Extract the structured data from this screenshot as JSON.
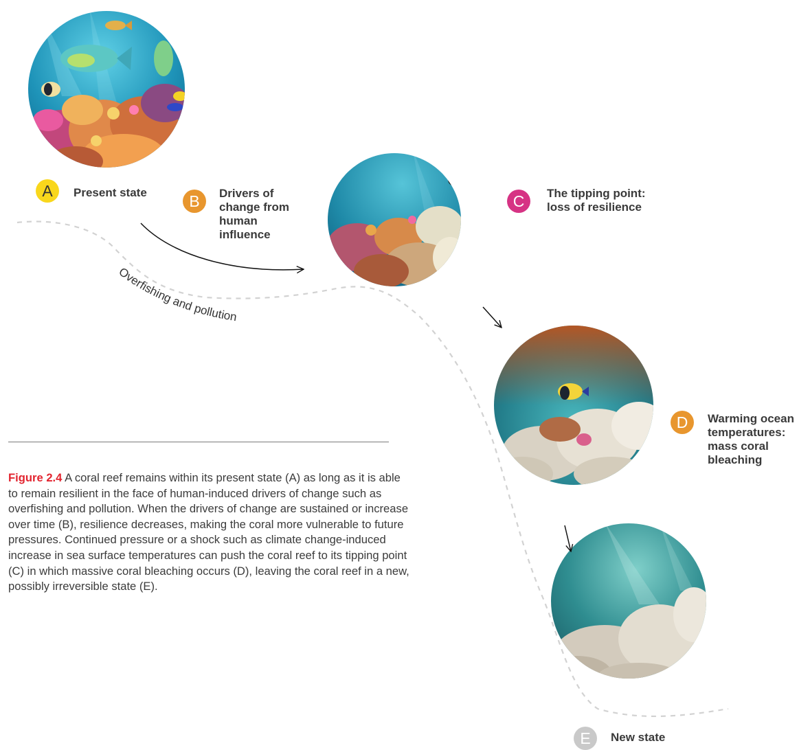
{
  "colors": {
    "badge_a": "#f9d71c",
    "badge_b": "#e8962e",
    "badge_c": "#d63384",
    "badge_d": "#e8962e",
    "badge_e": "#c9c9c9",
    "figure_label": "#e2242f",
    "dashed_path": "#d2d2d2"
  },
  "stages": [
    {
      "letter": "A",
      "label": "Present state"
    },
    {
      "letter": "B",
      "label": "Drivers of\nchange from\nhuman\ninfluence"
    },
    {
      "letter": "C",
      "label": "The tipping point:\nloss of resilience"
    },
    {
      "letter": "D",
      "label": "Warming ocean\ntemperatures:\nmass coral\nbleaching"
    },
    {
      "letter": "E",
      "label": "New state"
    }
  ],
  "curve_label": "Overfishing and pollution",
  "caption": {
    "figure": "Figure 2.4",
    "text": "A coral reef remains within its present state (A) as long as it is able to remain resilient in the face of human-induced drivers of change such as overfishing and pollution. When the drivers of change are sustained or increase over time (B), resilience decreases, making the coral more vulnerable to future pressures. Continued pressure or a shock such as climate change-induced increase in sea surface temperatures can push the coral reef to its tipping point (C) in which massive coral bleaching occurs (D), leaving the coral reef in a new, possibly irreversible state (E)."
  }
}
